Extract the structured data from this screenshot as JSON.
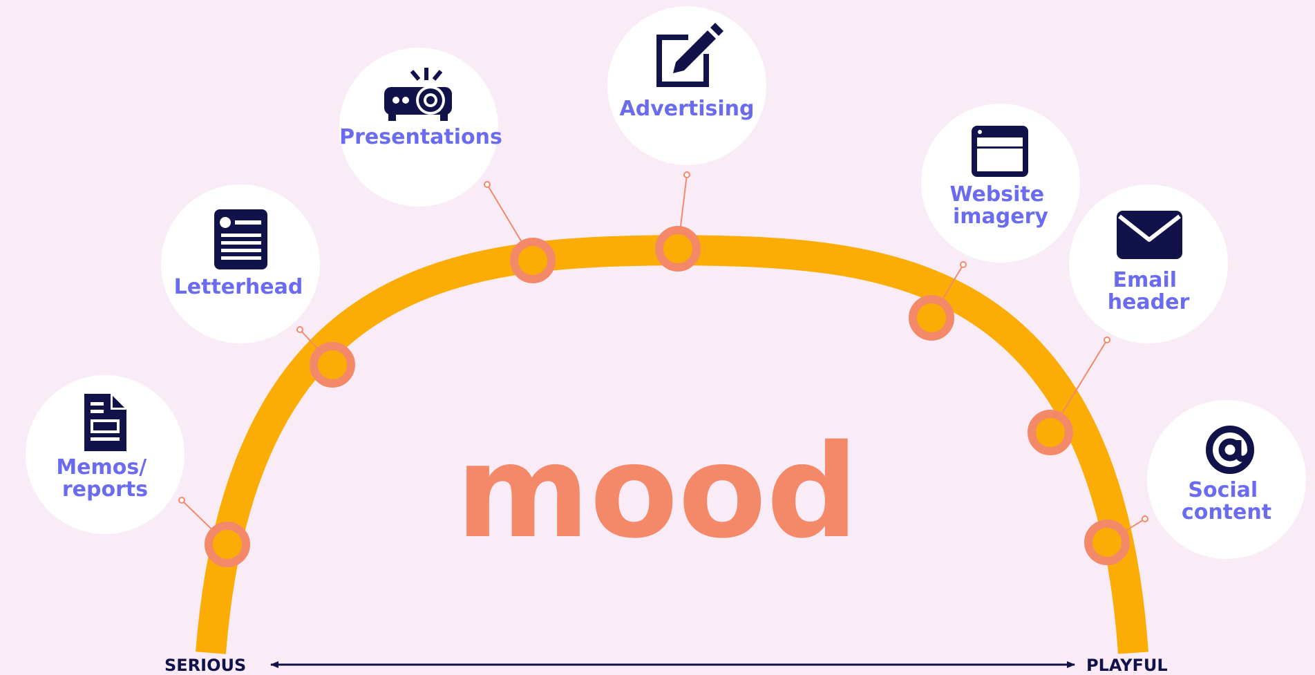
{
  "center_word": "mood",
  "axis": {
    "left_label": "SERIOUS",
    "right_label": "PLAYFUL"
  },
  "colors": {
    "background": "#f9ecf7",
    "arc": "#fbad06",
    "node_ring": "#f4896a",
    "connector": "#f4896a",
    "bubble": "#ffffff",
    "icon": "#12124a",
    "label": "#6b6bf0"
  },
  "items": [
    {
      "id": "memos",
      "icon": "document-icon",
      "label": [
        "Memos/",
        "reports"
      ]
    },
    {
      "id": "letterhead",
      "icon": "letterhead-icon",
      "label": [
        "Letterhead"
      ]
    },
    {
      "id": "presentations",
      "icon": "projector-icon",
      "label": [
        "Presentations"
      ]
    },
    {
      "id": "advertising",
      "icon": "edit-icon",
      "label": [
        "Advertising"
      ]
    },
    {
      "id": "website",
      "icon": "browser-window-icon",
      "label": [
        "Website",
        "imagery"
      ]
    },
    {
      "id": "email",
      "icon": "envelope-icon",
      "label": [
        "Email",
        "header"
      ]
    },
    {
      "id": "social",
      "icon": "at-sign-icon",
      "label": [
        "Social",
        "content"
      ]
    }
  ]
}
